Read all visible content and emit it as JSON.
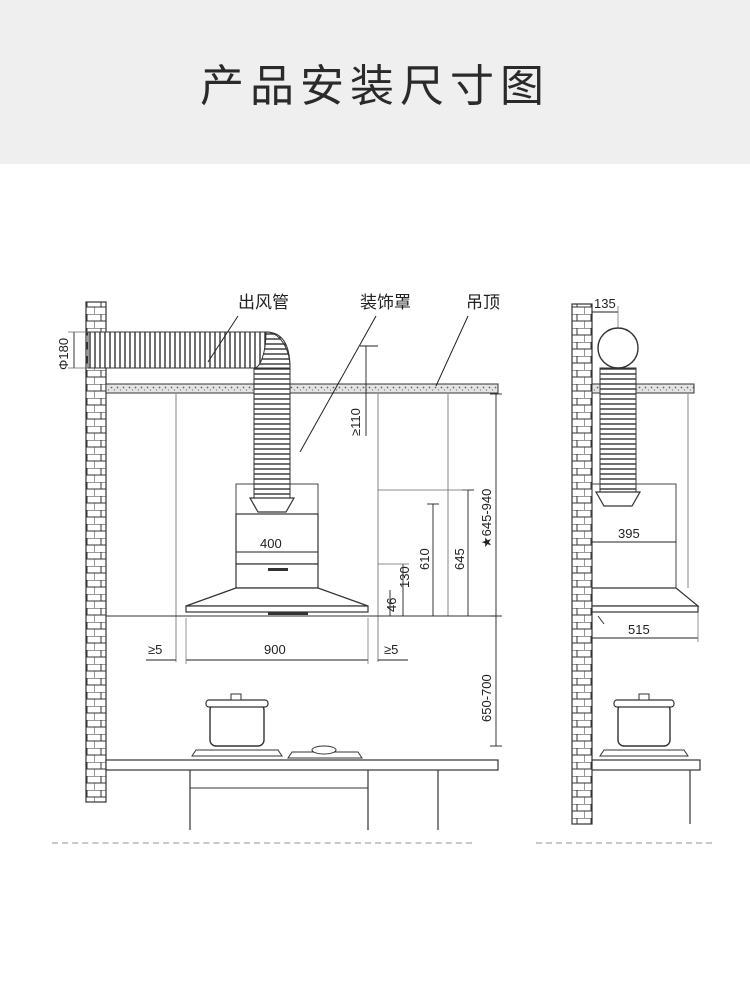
{
  "page": {
    "title": "产品安装尺寸图"
  },
  "diagram": {
    "front_labels": {
      "duct": "出风管",
      "cover": "装饰罩",
      "ceiling": "吊顶",
      "duct_diameter": "Φ180",
      "min_above_ceiling": "≥110",
      "total_height": "★645-940",
      "upper_width": "400",
      "hood_width": "900",
      "side_clear_left": "≥5",
      "side_clear_right": "≥5",
      "dim_46": "46",
      "dim_130": "130",
      "dim_610": "610",
      "dim_645": "645",
      "cook_height": "650-700"
    },
    "side_labels": {
      "duct_offset": "135",
      "upper_depth": "395",
      "hood_depth": "515"
    }
  }
}
